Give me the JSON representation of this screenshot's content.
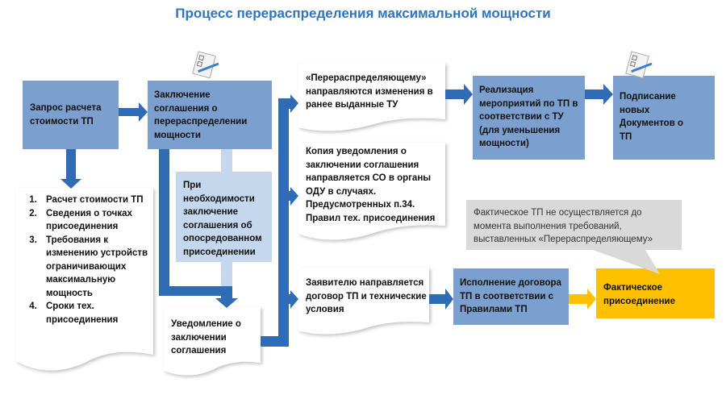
{
  "title": "Процесс перераспределения максимальной мощности",
  "boxes": {
    "request": "Запрос расчета стоимости ТП",
    "agreement": "Заключение соглашения о перераспределении мощности",
    "indirect": "При необходимости заключение соглашения об опосредованном присоединении",
    "notice": "Уведомление о заключении соглашения",
    "changes": "«Перераспределяющему» направляются изменения в ранее выданные ТУ",
    "copy": "Копия уведомления о заключении соглашения направляется  СО в органы ОДУ в случаях. Предусмотренных п.34. Правил тех. присоединения",
    "applicant": "Заявителю направляется договор ТП и технические условия",
    "implementation": "Реализация мероприятий по ТП в соответствии с ТУ (для уменьшения мощности)",
    "signing": "Подписание новых Документов  о ТП",
    "execution": "Исполнение договора ТП в соответствии с Правилами ТП",
    "actual": "Фактическое присоединение",
    "callout": "Фактическое ТП не осуществляется до момента выполнения требований, выставленных «Перераспределяющему»"
  },
  "list": [
    "Расчет стоимости ТП",
    "Сведения о точках присоединения",
    "Требования к изменению устройств ограничивающих максимальную мощность",
    "Сроки тех. присоединения"
  ],
  "colors": {
    "box": "#7ba0cf",
    "light": "#c5d7ec",
    "arrow": "#2f6cb5",
    "yellow": "#ffc000",
    "callout": "#d9d9d9",
    "title": "#2e74c0"
  }
}
